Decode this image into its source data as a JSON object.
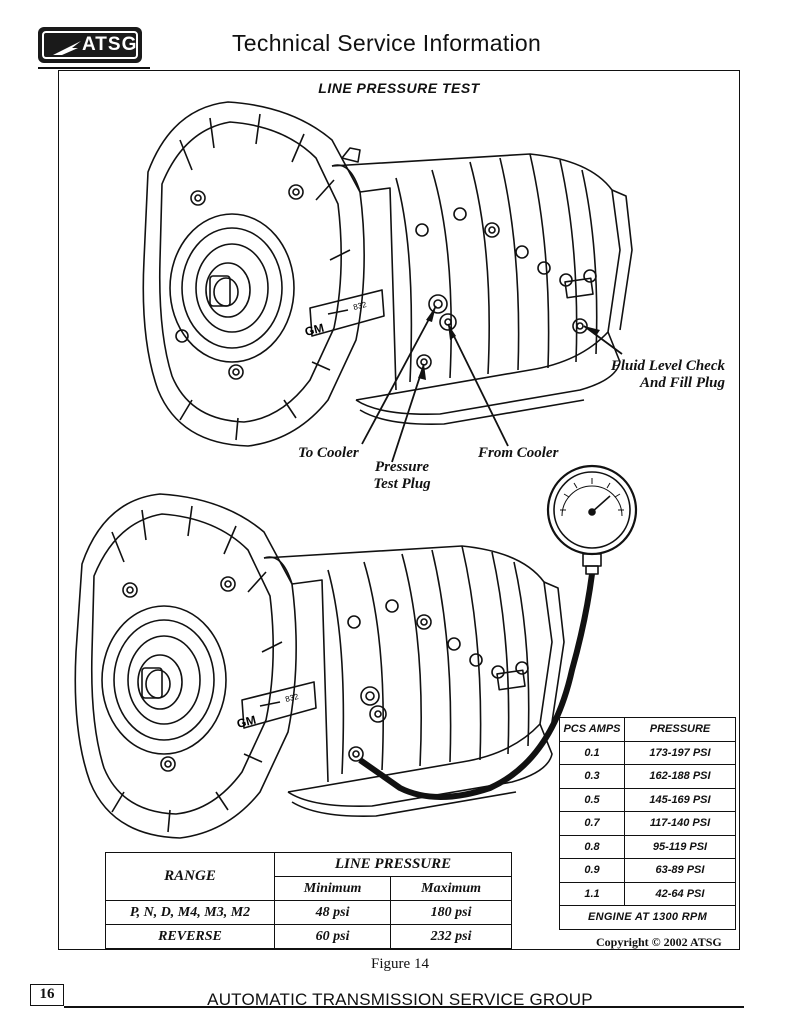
{
  "header": {
    "logo_text": "ATSG",
    "title": "Technical Service Information"
  },
  "figure": {
    "section_title": "LINE PRESSURE TEST",
    "label_plate_top": "GM",
    "label_plate_number": "832",
    "callouts": {
      "fluid_level": [
        "Fluid Level Check",
        "And Fill Plug"
      ],
      "to_cooler": "To Cooler",
      "pressure_test_plug": [
        "Pressure",
        "Test Plug"
      ],
      "from_cooler": "From Cooler"
    },
    "copyright": "Copyright © 2002 ATSG",
    "caption": "Figure 14"
  },
  "range_table": {
    "range_header": "RANGE",
    "line_pressure_header": "LINE PRESSURE",
    "min_header": "Minimum",
    "max_header": "Maximum",
    "rows": [
      {
        "range": "P, N, D, M4, M3, M2",
        "min": "48 psi",
        "max": "180 psi"
      },
      {
        "range": "REVERSE",
        "min": "60 psi",
        "max": "232 psi"
      }
    ]
  },
  "pcs_table": {
    "amps_header": "PCS AMPS",
    "pressure_header": "PRESSURE",
    "rows": [
      {
        "amps": "0.1",
        "pressure": "173-197 PSI"
      },
      {
        "amps": "0.3",
        "pressure": "162-188 PSI"
      },
      {
        "amps": "0.5",
        "pressure": "145-169 PSI"
      },
      {
        "amps": "0.7",
        "pressure": "117-140 PSI"
      },
      {
        "amps": "0.8",
        "pressure": "95-119 PSI"
      },
      {
        "amps": "0.9",
        "pressure": "63-89 PSI"
      },
      {
        "amps": "1.1",
        "pressure": "42-64 PSI"
      }
    ],
    "footer": "ENGINE AT 1300 RPM"
  },
  "footer": {
    "page_number": "16",
    "org": "AUTOMATIC TRANSMISSION SERVICE GROUP"
  }
}
